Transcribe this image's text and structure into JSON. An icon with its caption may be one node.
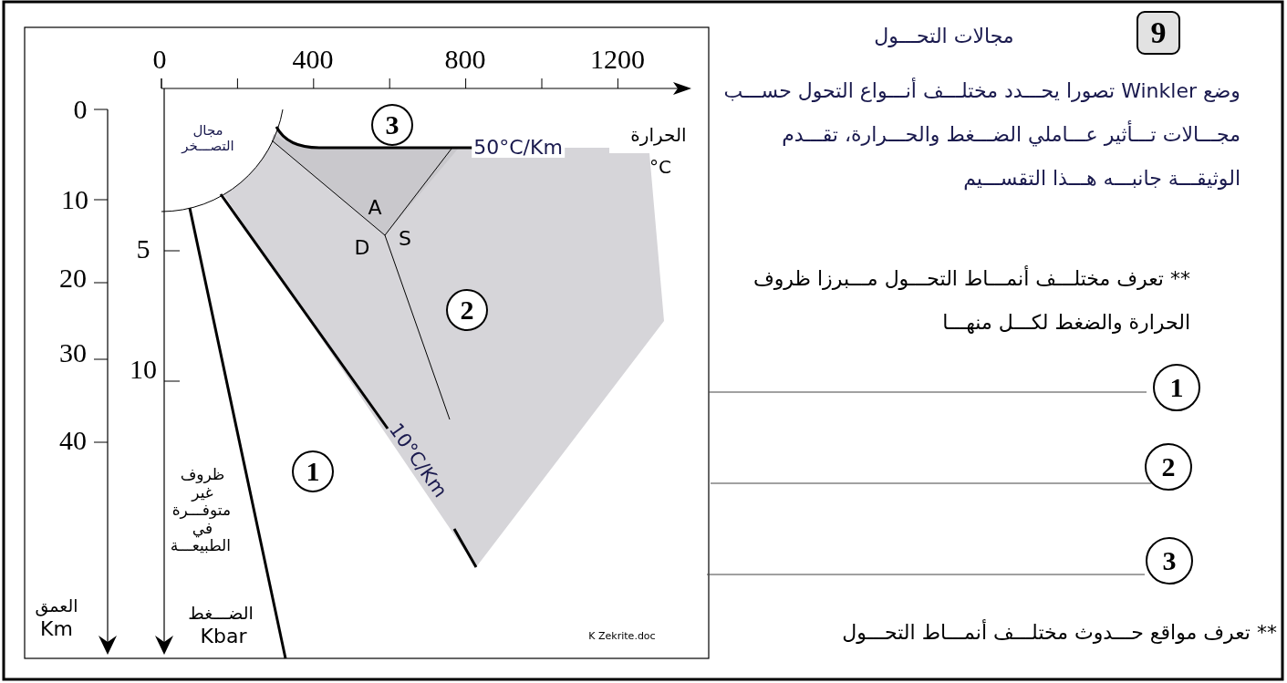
{
  "diagram": {
    "title": "مجالات التحـــول",
    "nodes": [
      {
        "text": [
          "9"
        ]
      },
      {
        "text": [
          "3"
        ]
      },
      {
        "text": [
          "2"
        ]
      },
      {
        "text": [
          "1"
        ]
      },
      {
        "text": [
          "1"
        ]
      },
      {
        "text": [
          "2"
        ]
      },
      {
        "text": [
          "3"
        ]
      }
    ],
    "labels": [
      "0",
      "400",
      "800",
      "1200",
      "0",
      "مجال التصـــخر",
      "الحرارة",
      "50°C/Km",
      "°C",
      "10",
      "A",
      "D",
      "S",
      "5",
      "20",
      "30",
      "10",
      "40",
      "ظروف غير متوفـــرة في الطبيعـــة",
      "10°C/Km",
      "العمق",
      "Km",
      "الضـــغط",
      "Kbar",
      "K Zekrite.doc",
      "وضع Winkler تصورا يحـــدد مختلـــف أنـــواع التحول حســـب مجـــالات تـــأثير عـــاملي الضـــغط والحـــرارة، تقـــدم الوثيقـــة جانبـــه هـــذا التقســـيم",
      "** تعرف مختلـــف أنمـــاط التحـــول مـــبرزا ظروف الحرارة والضغط لكـــل منهـــا",
      "** تعرف مواقع حـــدوث مختلـــف أنمـــاط التحـــول"
    ]
  }
}
